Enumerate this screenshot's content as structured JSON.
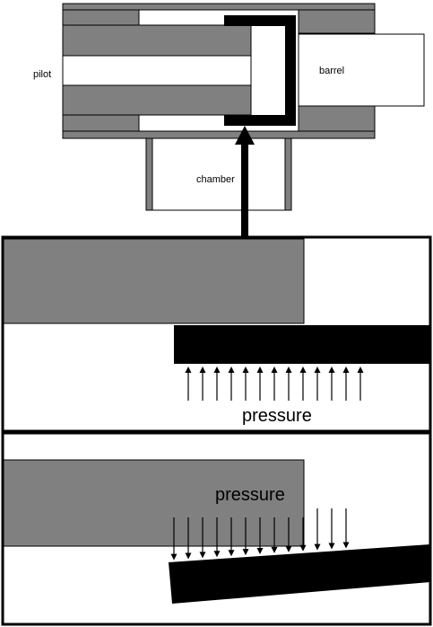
{
  "labels": {
    "pilot": "pilot",
    "barrel": "barrel",
    "chamber": "chamber",
    "pressure_closed": "pressure",
    "pressure_open": "pressure"
  },
  "colors": {
    "wall_gray": "#808080",
    "piston_black": "#000000",
    "outline": "#000000",
    "barrel_fill": "#ffffff"
  }
}
